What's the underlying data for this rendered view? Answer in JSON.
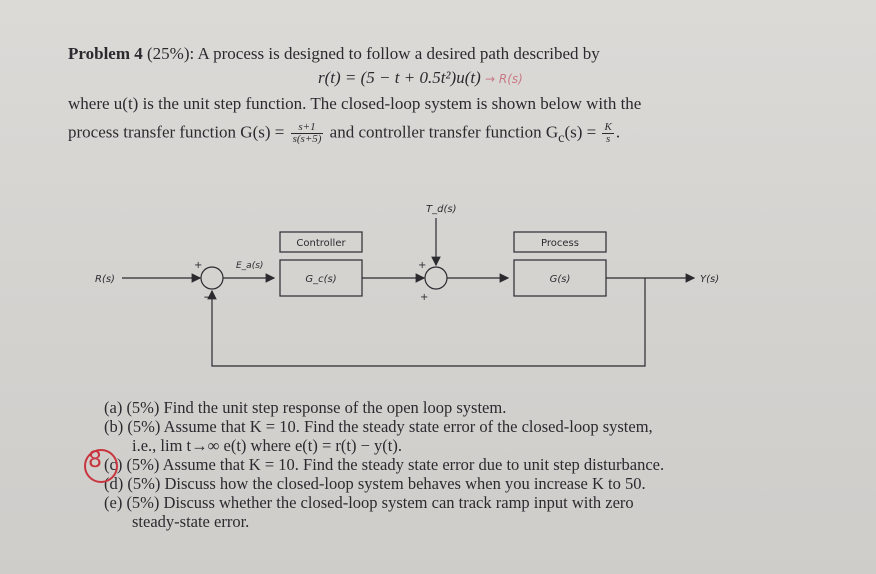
{
  "problem": {
    "heading": "Problem 4",
    "weight": "(25%):",
    "intro": "A process is designed to follow a desired path described by",
    "equation": "r(t) = (5 − t + 0.5t²)u(t)",
    "hand_note": "→ R(s)",
    "line2": "where u(t) is the unit step function. The closed-loop system is shown below with the",
    "line3_prefix": "process transfer function G(s) =",
    "g_num": "s+1",
    "g_den": "s(s+5)",
    "line3_mid": "and controller transfer function G",
    "line3_sub": "c",
    "line3_eq": "(s) =",
    "gc_num": "K",
    "gc_den": "s",
    "line3_end": "."
  },
  "diagram": {
    "input": "R(s)",
    "error": "E_a(s)",
    "controller_title": "Controller",
    "controller_tf": "G_c(s)",
    "disturbance": "T_d(s)",
    "process_title": "Process",
    "process_tf": "G(s)",
    "output": "Y(s)",
    "plus": "+",
    "minus": "−"
  },
  "parts": [
    "(a) (5%) Find the unit step response of the open loop system.",
    "(b) (5%) Assume that K = 10. Find the steady state error of the closed-loop system,",
    "i.e., lim t→∞ e(t) where e(t) = r(t) − y(t).",
    "(c) (5%) Assume that K = 10. Find the steady state error due to unit step disturbance.",
    "(d) (5%) Discuss how the closed-loop system behaves when you increase K to 50.",
    "(e) (5%) Discuss whether the closed-loop system can track ramp input with zero",
    "steady-state error."
  ],
  "annotation_mark": "8",
  "colors": {
    "paper": "#d7d5d2",
    "ink": "#2b2a2f",
    "red_pen": "#c8353e"
  }
}
